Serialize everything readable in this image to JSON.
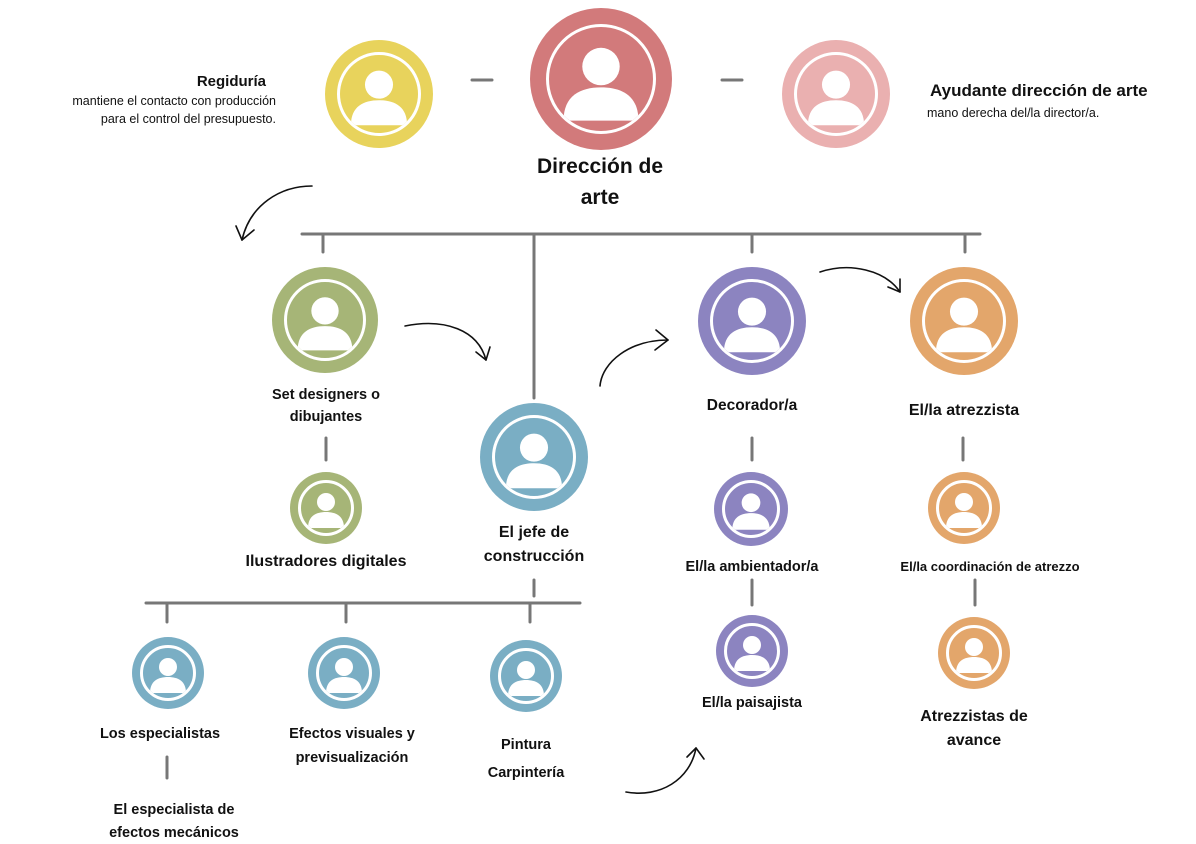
{
  "colors": {
    "director": "#d27a7b",
    "regiduria": "#e8d35c",
    "assistant": "#eab0b0",
    "green": "#a6b577",
    "blue": "#7aaec4",
    "purple": "#8c84c0",
    "orange": "#e3a66b",
    "line": "#777777"
  },
  "top": {
    "regiduria_title": "Regiduría",
    "regiduria_desc_1": "mantiene el contacto con producción",
    "regiduria_desc_2": "para el control del presupuesto.",
    "director_label_1": "Dirección de",
    "director_label_2": "arte",
    "assistant_title": "Ayudante dirección de arte",
    "assistant_desc": "mano derecha del/la director/a."
  },
  "branches": {
    "set_designers_1": "Set designers o",
    "set_designers_2": "dibujantes",
    "ilustradores": "Ilustradores digitales",
    "jefe_1": "El jefe de",
    "jefe_2": "construcción",
    "decorador": "Decorador/a",
    "ambientador": "El/la ambientador/a",
    "paisajista": "El/la paisajista",
    "atrezzista": "El/la atrezzista",
    "coordinacion": "El/la coordinación de atrezzo",
    "avance_1": "Atrezzistas de",
    "avance_2": "avance"
  },
  "construction": {
    "especialistas": "Los especialistas",
    "efectos_1": "Efectos visuales y",
    "efectos_2": "previsualización",
    "pintura_1": "Pintura",
    "pintura_2": "Carpintería",
    "mecanicos_1": "El especialista de",
    "mecanicos_2": "efectos mecánicos"
  }
}
